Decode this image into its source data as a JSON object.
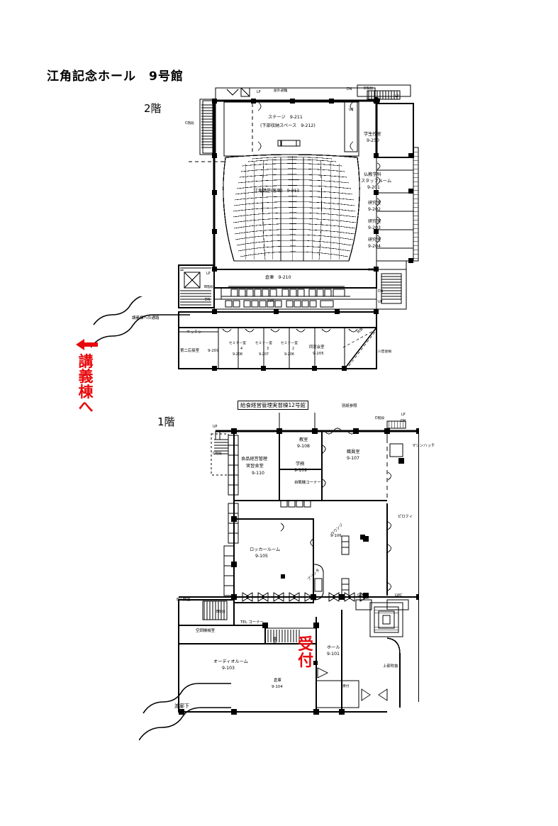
{
  "page": {
    "title": "江角記念ホール　9号館"
  },
  "floors": {
    "second": {
      "label": "2階",
      "rooms": [
        {
          "name": "ステージ",
          "no": "9-211"
        },
        {
          "name": "(下部収納スペース",
          "no": "9-212)"
        },
        {
          "name": "江角講堂(客席)",
          "no": "9-213"
        },
        {
          "name": "学生控室",
          "no": "9-250"
        },
        {
          "name": "仏教学科\nスタッフルーム",
          "no": "9-201"
        },
        {
          "name": "研究室",
          "no": "9-202"
        },
        {
          "name": "研究室",
          "no": "9-203"
        },
        {
          "name": "研究室",
          "no": "9-204"
        },
        {
          "name": "倉庫",
          "no": "9-210"
        },
        {
          "name": "キッチン",
          "no": ""
        },
        {
          "name": "第二応接室",
          "no": "9-209"
        },
        {
          "name": "セミナー室4",
          "no": "9-208"
        },
        {
          "name": "セミナー室3",
          "no": "9-207"
        },
        {
          "name": "セミナー室2",
          "no": "9-206"
        },
        {
          "name": "同窓会室",
          "no": "9-205"
        }
      ],
      "annotations": [
        "屋外避難",
        "B階段",
        "C階段",
        "LP",
        "DN",
        "UP",
        "LWC",
        "GWC",
        "吹抜",
        "川昔屋根",
        "渡廊下"
      ]
    },
    "first": {
      "label": "1階",
      "banner": "給食経営管理実習棟12号館",
      "banner_note": "別紙参照",
      "rooms": [
        {
          "name": "教室",
          "no": "9-108"
        },
        {
          "name": "学務",
          "no": "9-109"
        },
        {
          "name": "職員室",
          "no": "9-107"
        },
        {
          "name": "食品経営管理\n実習食堂",
          "no": "9-110"
        },
        {
          "name": "ロッカールーム",
          "no": "9-105"
        },
        {
          "name": "ラウンジ",
          "no": "9-106"
        },
        {
          "name": "オーディオルーム",
          "no": "9-103"
        },
        {
          "name": "ホール",
          "no": "9-101"
        },
        {
          "name": "倉庫",
          "no": "9-104"
        }
      ],
      "annotations": [
        "自販機コーナー",
        "プリンタ",
        "マシンハッチ",
        "ピロティ",
        "EV機室",
        "B階段",
        "C階段",
        "空調機械室",
        "TEL コーナー",
        "上部吹抜",
        "受付",
        "DN",
        "UP",
        "LP",
        "D階段",
        "LWC",
        "GWC",
        "渡廊下"
      ]
    }
  },
  "red_annotations": {
    "arrow_glyph": "←",
    "to_lecture_building": "講義棟へ",
    "reception": "受付"
  },
  "colors": {
    "red": "#e8090c",
    "ink": "#000000",
    "paper": "#ffffff"
  }
}
